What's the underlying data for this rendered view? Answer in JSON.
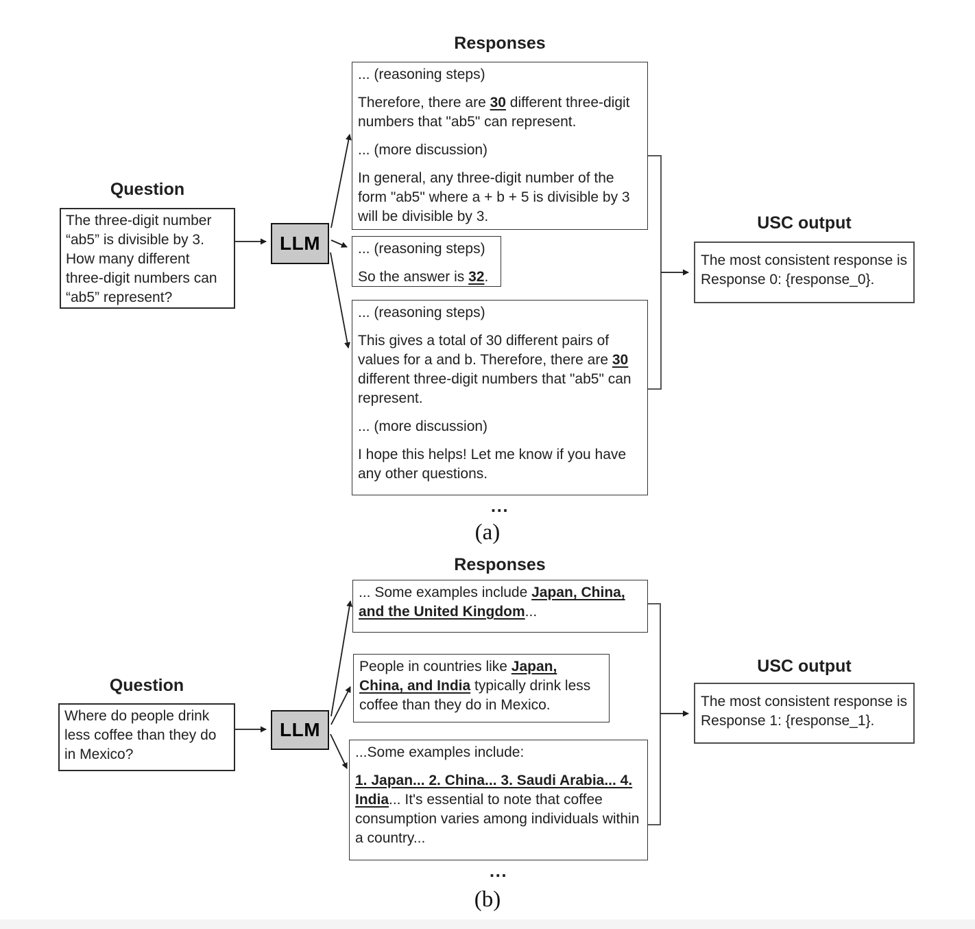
{
  "diagrams": [
    {
      "caption": "(a)",
      "question": {
        "title": "Question",
        "text": "The three-digit number “ab5” is divisible by 3. How many different three-digit numbers can “ab5” represent?"
      },
      "llm": "LLM",
      "responses_title": "Responses",
      "responses": [
        {
          "paragraphs": [
            [
              {
                "t": "... (reasoning steps)"
              }
            ],
            [
              {
                "t": "Therefore, there are "
              },
              {
                "t": "30",
                "em": true
              },
              {
                "t": " different three-digit numbers that \"ab5\" can represent."
              }
            ],
            [
              {
                "t": "... (more discussion)"
              }
            ],
            [
              {
                "t": "In general, any three-digit number of the form \"ab5\" where a + b + 5 is divisible by 3 will be divisible by 3."
              }
            ]
          ]
        },
        {
          "paragraphs": [
            [
              {
                "t": "... (reasoning steps)"
              }
            ],
            [
              {
                "t": "So the answer is "
              },
              {
                "t": "32",
                "em": true
              },
              {
                "t": "."
              }
            ]
          ]
        },
        {
          "paragraphs": [
            [
              {
                "t": "... (reasoning steps)"
              }
            ],
            [
              {
                "t": "This gives a total of 30 different pairs of values for a and b. Therefore, there are "
              },
              {
                "t": "30",
                "em": true
              },
              {
                "t": " different three-digit numbers that \"ab5\" can represent."
              }
            ],
            [
              {
                "t": "... (more discussion)"
              }
            ],
            [
              {
                "t": "I hope this helps! Let me know if you have any other questions."
              }
            ]
          ]
        }
      ],
      "ellipsis": "...",
      "usc": {
        "title": "USC output",
        "text": "The most consistent response is Response 0: {response_0}."
      }
    },
    {
      "caption": "(b)",
      "question": {
        "title": "Question",
        "text": "Where do people drink less coffee than they do in Mexico?"
      },
      "llm": "LLM",
      "responses_title": "Responses",
      "responses": [
        {
          "paragraphs": [
            [
              {
                "t": "... Some examples include "
              },
              {
                "t": "Japan, China, and the United Kingdom",
                "em": true
              },
              {
                "t": "..."
              }
            ]
          ]
        },
        {
          "paragraphs": [
            [
              {
                "t": "People in countries like "
              },
              {
                "t": "Japan, China, and India",
                "em": true
              },
              {
                "t": " typically drink less coffee than they do in Mexico."
              }
            ]
          ]
        },
        {
          "paragraphs": [
            [
              {
                "t": "...Some examples include:"
              }
            ],
            [
              {
                "t": "1. Japan... 2. China... 3. Saudi Arabia... 4. India",
                "em": true
              },
              {
                "t": "... It's essential to note that coffee consumption varies among individuals within a country..."
              }
            ]
          ]
        }
      ],
      "ellipsis": "...",
      "usc": {
        "title": "USC output",
        "text": "The most consistent response is Response 1: {response_1}."
      }
    }
  ]
}
